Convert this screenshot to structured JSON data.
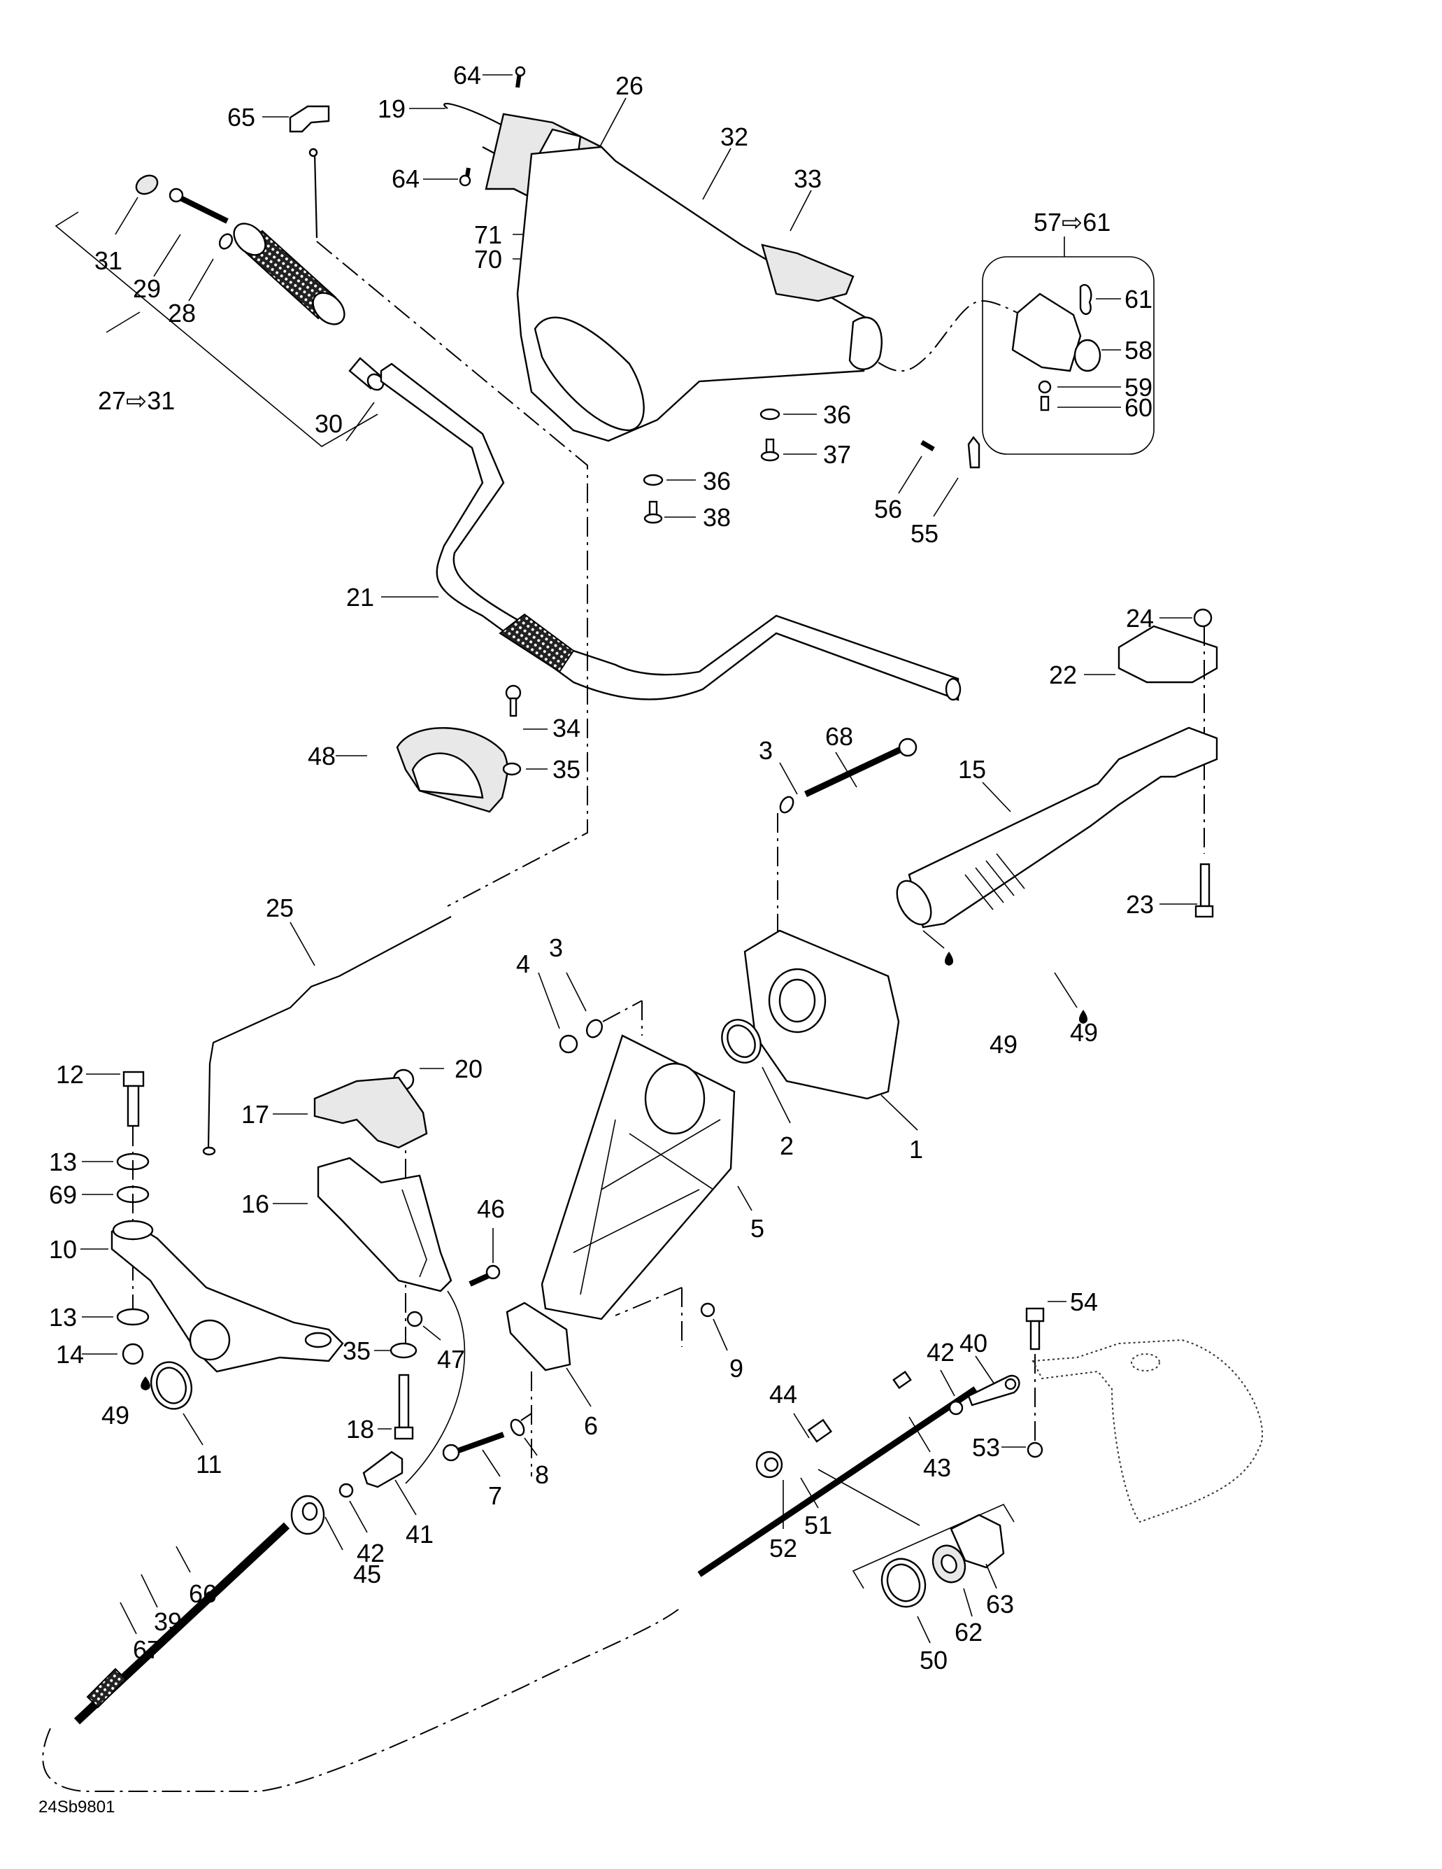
{
  "diagram": {
    "title": "Steering System Exploded View",
    "drawing_code": "24Sb9801",
    "group_labels": {
      "grip_kit": "27⇨31",
      "throttle_kit": "57⇨61"
    },
    "callouts": {
      "c1": "1",
      "c2": "2",
      "c3a": "3",
      "c3b": "3",
      "c4": "4",
      "c5": "5",
      "c6": "6",
      "c7": "7",
      "c8": "8",
      "c9": "9",
      "c10": "10",
      "c11": "11",
      "c12": "12",
      "c13a": "13",
      "c13b": "13",
      "c14": "14",
      "c15": "15",
      "c16": "16",
      "c17": "17",
      "c18": "18",
      "c19": "19",
      "c20": "20",
      "c21": "21",
      "c22": "22",
      "c23": "23",
      "c24": "24",
      "c25": "25",
      "c26": "26",
      "c28": "28",
      "c29": "29",
      "c30": "30",
      "c31": "31",
      "c32": "32",
      "c33": "33",
      "c34": "34",
      "c35a": "35",
      "c35b": "35",
      "c36a": "36",
      "c36b": "36",
      "c37": "37",
      "c38": "38",
      "c39": "39",
      "c40": "40",
      "c41": "41",
      "c42a": "42",
      "c42b": "42",
      "c43": "43",
      "c44": "44",
      "c45": "45",
      "c46": "46",
      "c47": "47",
      "c48": "48",
      "c49a": "49",
      "c49b": "49",
      "c49c": "49",
      "c50": "50",
      "c51": "51",
      "c52": "52",
      "c53": "53",
      "c54": "54",
      "c55": "55",
      "c56": "56",
      "c58": "58",
      "c59": "59",
      "c60": "60",
      "c61": "61",
      "c62": "62",
      "c63": "63",
      "c64a": "64",
      "c64b": "64",
      "c65": "65",
      "c66": "66",
      "c67": "67",
      "c68": "68",
      "c69": "69",
      "c70": "70",
      "c71": "71"
    },
    "icons": {
      "lubricant": "oil-drop-icon",
      "group_arrow": "hollow-arrow-icon"
    }
  }
}
